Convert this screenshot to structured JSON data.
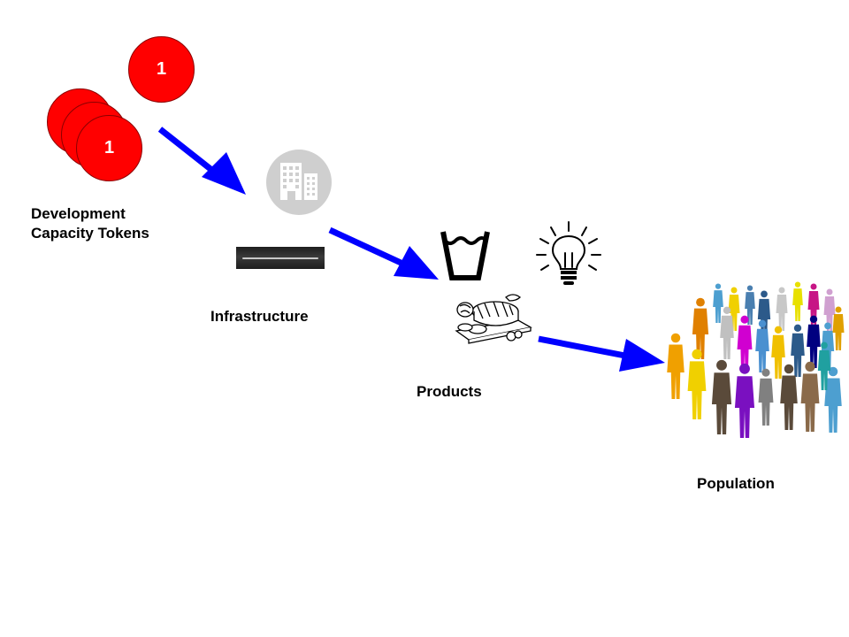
{
  "tokens": [
    {
      "value": "1"
    },
    {
      "value": ""
    },
    {
      "value": ""
    },
    {
      "value": "1"
    }
  ],
  "labels": {
    "tokens": [
      "Development",
      "Capacity Tokens"
    ],
    "infrastructure": "Infrastructure",
    "products": "Products",
    "population": "Population"
  },
  "colors": {
    "token_fill": "#ff0000",
    "arrow": "#0000ff",
    "building_circle": "#cfcfcf"
  },
  "icons": [
    "building-icon",
    "road-icon",
    "water-glass-icon",
    "lightbulb-icon",
    "food-icon",
    "people-crowd-icon"
  ]
}
